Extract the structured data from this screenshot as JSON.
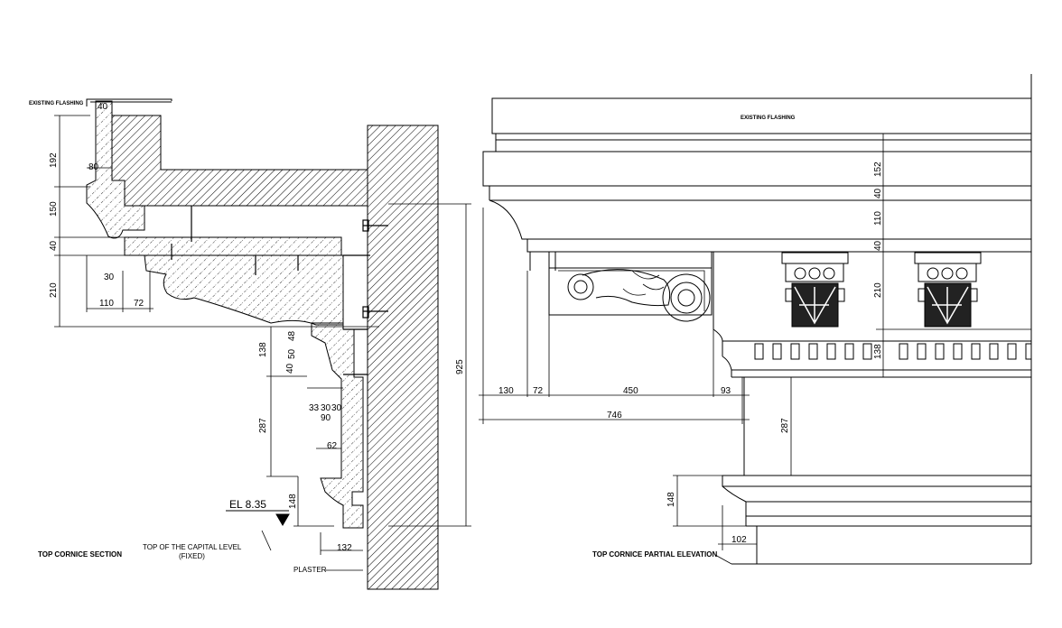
{
  "section": {
    "title": "TOP CORNICE SECTION",
    "flashing_label": "EXISTING FLASHING",
    "level_label": "EL 8.35",
    "capital_note": [
      "TOP OF THE CAPITAL LEVEL",
      "(FIXED)"
    ],
    "plaster_label": "PLASTER",
    "dims": {
      "d40_top": "40",
      "d192": "192",
      "d80": "80",
      "d150": "150",
      "d40_left": "40",
      "d210": "210",
      "d30": "30",
      "d110": "110",
      "d72": "72",
      "d138": "138",
      "d40b": "40",
      "d50": "50",
      "d48": "48",
      "d33": "33",
      "d30a": "30",
      "d30b": "30",
      "d90": "90",
      "d287": "287",
      "d62": "62",
      "d148": "148",
      "d132": "132",
      "d925": "925"
    }
  },
  "elevation": {
    "title": "TOP CORNICE PARTIAL ELEVATION",
    "flashing_label": "EXISTING FLASHING",
    "dims": {
      "d152": "152",
      "d40a": "40",
      "d110": "110",
      "d40b": "40",
      "d210": "210",
      "d138": "138",
      "d130": "130",
      "d72": "72",
      "d450": "450",
      "d93": "93",
      "d746": "746",
      "d287": "287",
      "d148": "148",
      "d102": "102"
    }
  }
}
